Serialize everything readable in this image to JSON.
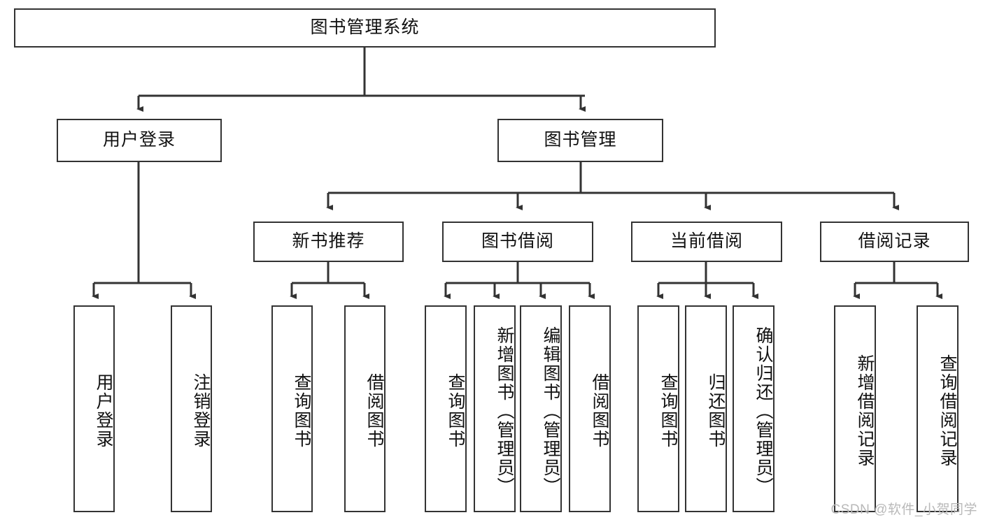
{
  "diagram": {
    "type": "tree-hierarchy",
    "title": "图书管理系统",
    "root": {
      "id": "root",
      "label": "图书管理系统"
    },
    "level2": [
      {
        "id": "user-login",
        "label": "用户登录"
      },
      {
        "id": "book-manage",
        "label": "图书管理"
      }
    ],
    "level3": [
      {
        "id": "new-book-rec",
        "label": "新书推荐",
        "parent": "book-manage"
      },
      {
        "id": "book-borrow",
        "label": "图书借阅",
        "parent": "book-manage"
      },
      {
        "id": "current-borrow",
        "label": "当前借阅",
        "parent": "book-manage"
      },
      {
        "id": "borrow-record",
        "label": "借阅记录",
        "parent": "book-manage"
      }
    ],
    "leaves": [
      {
        "id": "leaf-user-login",
        "label": "用户登录",
        "parent": "user-login"
      },
      {
        "id": "leaf-logout",
        "label": "注销登录",
        "parent": "user-login"
      },
      {
        "id": "leaf-query-book-1",
        "label": "查询图书",
        "parent": "new-book-rec"
      },
      {
        "id": "leaf-borrow-book-1",
        "label": "借阅图书",
        "parent": "new-book-rec"
      },
      {
        "id": "leaf-query-book-2",
        "label": "查询图书",
        "parent": "book-borrow"
      },
      {
        "id": "leaf-add-book",
        "label": "新增图书（管理员）",
        "parent": "book-borrow"
      },
      {
        "id": "leaf-edit-book",
        "label": "编辑图书（管理员）",
        "parent": "book-borrow"
      },
      {
        "id": "leaf-borrow-book-2",
        "label": "借阅图书",
        "parent": "book-borrow"
      },
      {
        "id": "leaf-query-book-3",
        "label": "查询图书",
        "parent": "current-borrow"
      },
      {
        "id": "leaf-return-book",
        "label": "归还图书",
        "parent": "current-borrow"
      },
      {
        "id": "leaf-confirm-return",
        "label": "确认归还（管理员）",
        "parent": "current-borrow"
      },
      {
        "id": "leaf-add-record",
        "label": "新增借阅记录",
        "parent": "borrow-record"
      },
      {
        "id": "leaf-query-record",
        "label": "查询借阅记录",
        "parent": "borrow-record"
      }
    ],
    "colors": {
      "stroke": "#333333",
      "fill": "#ffffff",
      "text": "#111111",
      "watermark": "#b9b9b9"
    }
  },
  "watermark": {
    "text": "CSDN @软件_小贺同学"
  }
}
